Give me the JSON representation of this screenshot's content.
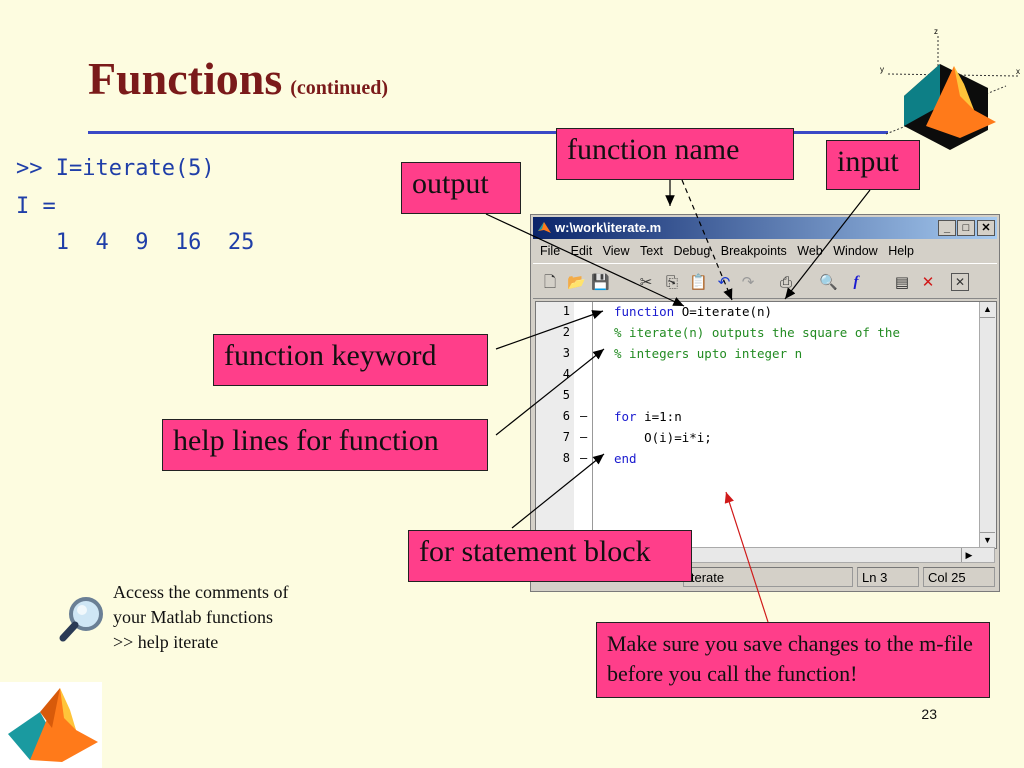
{
  "slide": {
    "title": "Functions",
    "subtitle": "(continued)",
    "page_number": "23"
  },
  "console": {
    "line1": ">> I=iterate(5)",
    "line2": "I =",
    "line3": "   1  4  9  16  25"
  },
  "callouts": {
    "function_name": "function name",
    "input": "input",
    "output": "output",
    "function_keyword": "function keyword",
    "help_lines": "help lines for function",
    "for_block": "for statement block",
    "save_note": "Make sure you save changes to the m-file before you call the function!"
  },
  "comments_note": {
    "line1": "Access the comments of",
    "line2": "your Matlab functions",
    "line3": ">> help iterate"
  },
  "editor_window": {
    "title": "w:\\work\\iterate.m",
    "minimize": "_",
    "maximize": "□",
    "close": "✕",
    "menu": [
      "File",
      "Edit",
      "View",
      "Text",
      "Debug",
      "Breakpoints",
      "Web",
      "Window",
      "Help"
    ],
    "code_lines": [
      {
        "num": "1",
        "dash": "",
        "kw": "function",
        "text": " O=iterate(n)",
        "type": "kw"
      },
      {
        "num": "2",
        "dash": "",
        "kw": "",
        "text": "% iterate(n) outputs the square of the",
        "type": "cm"
      },
      {
        "num": "3",
        "dash": "",
        "kw": "",
        "text": "% integers upto integer n",
        "type": "cm"
      },
      {
        "num": "4",
        "dash": "",
        "kw": "",
        "text": "",
        "type": "plain"
      },
      {
        "num": "5",
        "dash": "",
        "kw": "",
        "text": "",
        "type": "plain"
      },
      {
        "num": "6",
        "dash": "–",
        "kw": "for",
        "text": " i=1:n",
        "type": "kw"
      },
      {
        "num": "7",
        "dash": "–",
        "kw": "",
        "text": "    O(i)=i*i;",
        "type": "plain"
      },
      {
        "num": "8",
        "dash": "–",
        "kw": "end",
        "text": "",
        "type": "kw"
      }
    ],
    "status_file": "iterate",
    "status_line": "Ln 3",
    "status_col": "Col 25"
  },
  "colors": {
    "title": "#7a1a1a",
    "rule": "#3a49c6",
    "callout": "#ff3e8a",
    "console_text": "#1f3ea8"
  }
}
